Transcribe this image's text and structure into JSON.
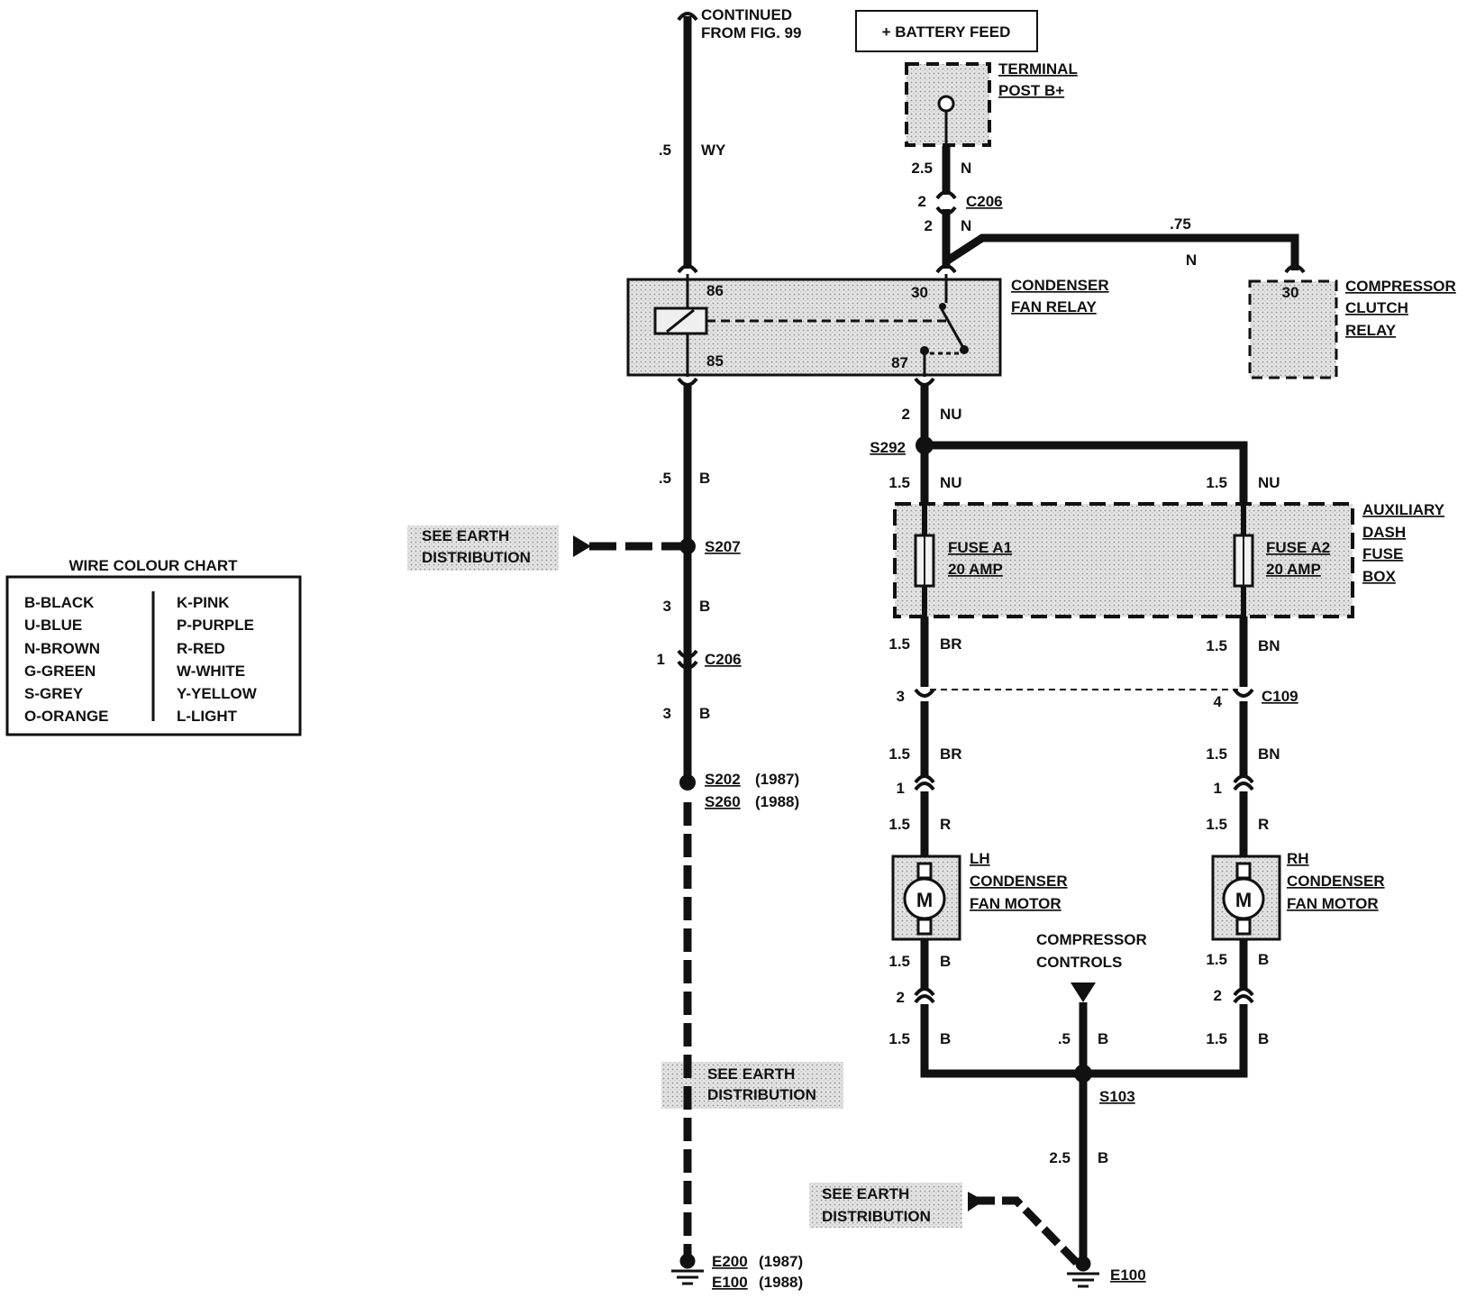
{
  "colors": {
    "wire": "#111111",
    "shade": "#d9d9d9",
    "background": "#ffffff"
  },
  "header": {
    "continued_1": "CONTINUED",
    "continued_2": "FROM FIG. 99",
    "battery_feed": "+ BATTERY FEED"
  },
  "terminal_post": {
    "line1": "TERMINAL",
    "line2": "POST B+"
  },
  "relays": {
    "condenser_fan": {
      "line1": "CONDENSER",
      "line2": "FAN RELAY",
      "pins": {
        "p86": "86",
        "p85": "85",
        "p30": "30",
        "p87": "87"
      }
    },
    "compressor_clutch": {
      "line1": "COMPRESSOR",
      "line2": "CLUTCH",
      "line3": "RELAY",
      "pin30": "30"
    }
  },
  "fuse_box": {
    "label": {
      "line1": "AUXILIARY",
      "line2": "DASH",
      "line3": "FUSE",
      "line4": "BOX"
    },
    "fuse_a1": {
      "name": "FUSE A1",
      "rating": "20 AMP"
    },
    "fuse_a2": {
      "name": "FUSE A2",
      "rating": "20 AMP"
    }
  },
  "motors": {
    "symbol": "M",
    "lh": {
      "line1": "LH",
      "line2": "CONDENSER",
      "line3": "FAN MOTOR"
    },
    "rh": {
      "line1": "RH",
      "line2": "CONDENSER",
      "line3": "FAN MOTOR"
    }
  },
  "compressor_controls": {
    "line1": "COMPRESSOR",
    "line2": "CONTROLS"
  },
  "earth_distribution": {
    "line1": "SEE EARTH",
    "line2": "DISTRIBUTION"
  },
  "splices": {
    "s207": "S207",
    "s292": "S292",
    "s202": "S202",
    "s202_year": "(1987)",
    "s260": "S260",
    "s260_year": "(1988)",
    "s103": "S103"
  },
  "grounds": {
    "e200": "E200",
    "e200_year": "(1987)",
    "e100_left": "E100",
    "e100_left_year": "(1988)",
    "e100_bottom": "E100"
  },
  "connectors": {
    "c206_top": "C206",
    "c206_left": "C206",
    "c109": "C109"
  },
  "wire_labels": {
    "top_gauge": ".5",
    "top_color": "WY",
    "bat_gauge": "2.5",
    "bat_color": "N",
    "c206_pin_top": "2",
    "c206_pin_bottom": "2",
    "n_color": "N",
    "clutch_gauge": ".75",
    "clutch_color": "N",
    "relay87_gauge": "2",
    "relay87_color": "NU",
    "left85_gauge": ".5",
    "left85_color": "B",
    "fuse_in_lh_gauge": "1.5",
    "fuse_in_lh_color": "NU",
    "fuse_in_rh_gauge": "1.5",
    "fuse_in_rh_color": "NU",
    "s207_below_gauge": "3",
    "s207_below_color": "B",
    "c206_left_pin": "1",
    "c206_below_gauge": "3",
    "c206_below_color": "B",
    "fuse_out_lh_gauge": "1.5",
    "fuse_out_lh_color": "BR",
    "fuse_out_rh_gauge": "1.5",
    "fuse_out_rh_color": "BN",
    "c109_lh_pin": "3",
    "c109_rh_pin": "4",
    "c109_below_lh_gauge": "1.5",
    "c109_below_lh_color": "BR",
    "c109_below_rh_gauge": "1.5",
    "c109_below_rh_color": "BN",
    "motor_conn_lh_pin": "1",
    "motor_conn_rh_pin": "1",
    "motor_in_lh_gauge": "1.5",
    "motor_in_lh_color": "R",
    "motor_in_rh_gauge": "1.5",
    "motor_in_rh_color": "R",
    "motor_out_lh_gauge": "1.5",
    "motor_out_lh_color": "B",
    "motor_out_rh_gauge": "1.5",
    "motor_out_rh_color": "B",
    "motor_conn2_lh_pin": "2",
    "motor_conn2_rh_pin": "2",
    "gnd_lh_gauge": "1.5",
    "gnd_lh_color": "B",
    "gnd_rh_gauge": "1.5",
    "gnd_rh_color": "B",
    "comp_gauge": ".5",
    "comp_color": "B",
    "s103_below_gauge": "2.5",
    "s103_below_color": "B"
  },
  "wire_colour_chart": {
    "title": "WIRE COLOUR CHART",
    "left": [
      "B-BLACK",
      "U-BLUE",
      "N-BROWN",
      "G-GREEN",
      "S-GREY",
      "O-ORANGE"
    ],
    "right": [
      "K-PINK",
      "P-PURPLE",
      "R-RED",
      "W-WHITE",
      "Y-YELLOW",
      "L-LIGHT"
    ]
  }
}
